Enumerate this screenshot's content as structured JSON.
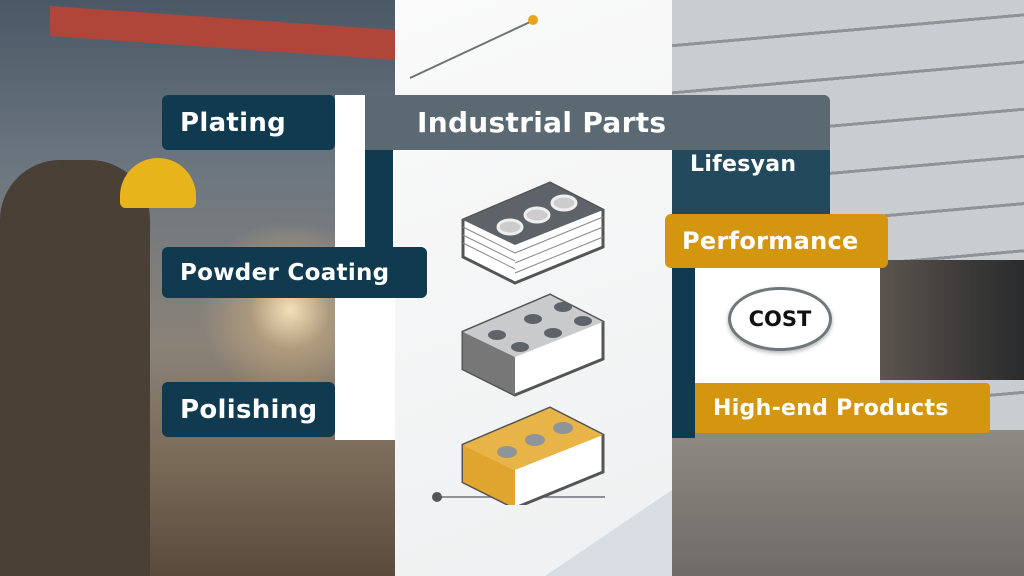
{
  "header": {
    "title": "Industrial Parts"
  },
  "processes": [
    "Plating",
    "Powder Coating",
    "Polishing"
  ],
  "attributes": {
    "lifespan": "Lifesyan",
    "performance": "Performance",
    "cost": "COST",
    "high_end": "High-end Products"
  },
  "colors": {
    "navy": "#0f3a4f",
    "slate": "#5b6a72",
    "gold": "#d4960f"
  }
}
